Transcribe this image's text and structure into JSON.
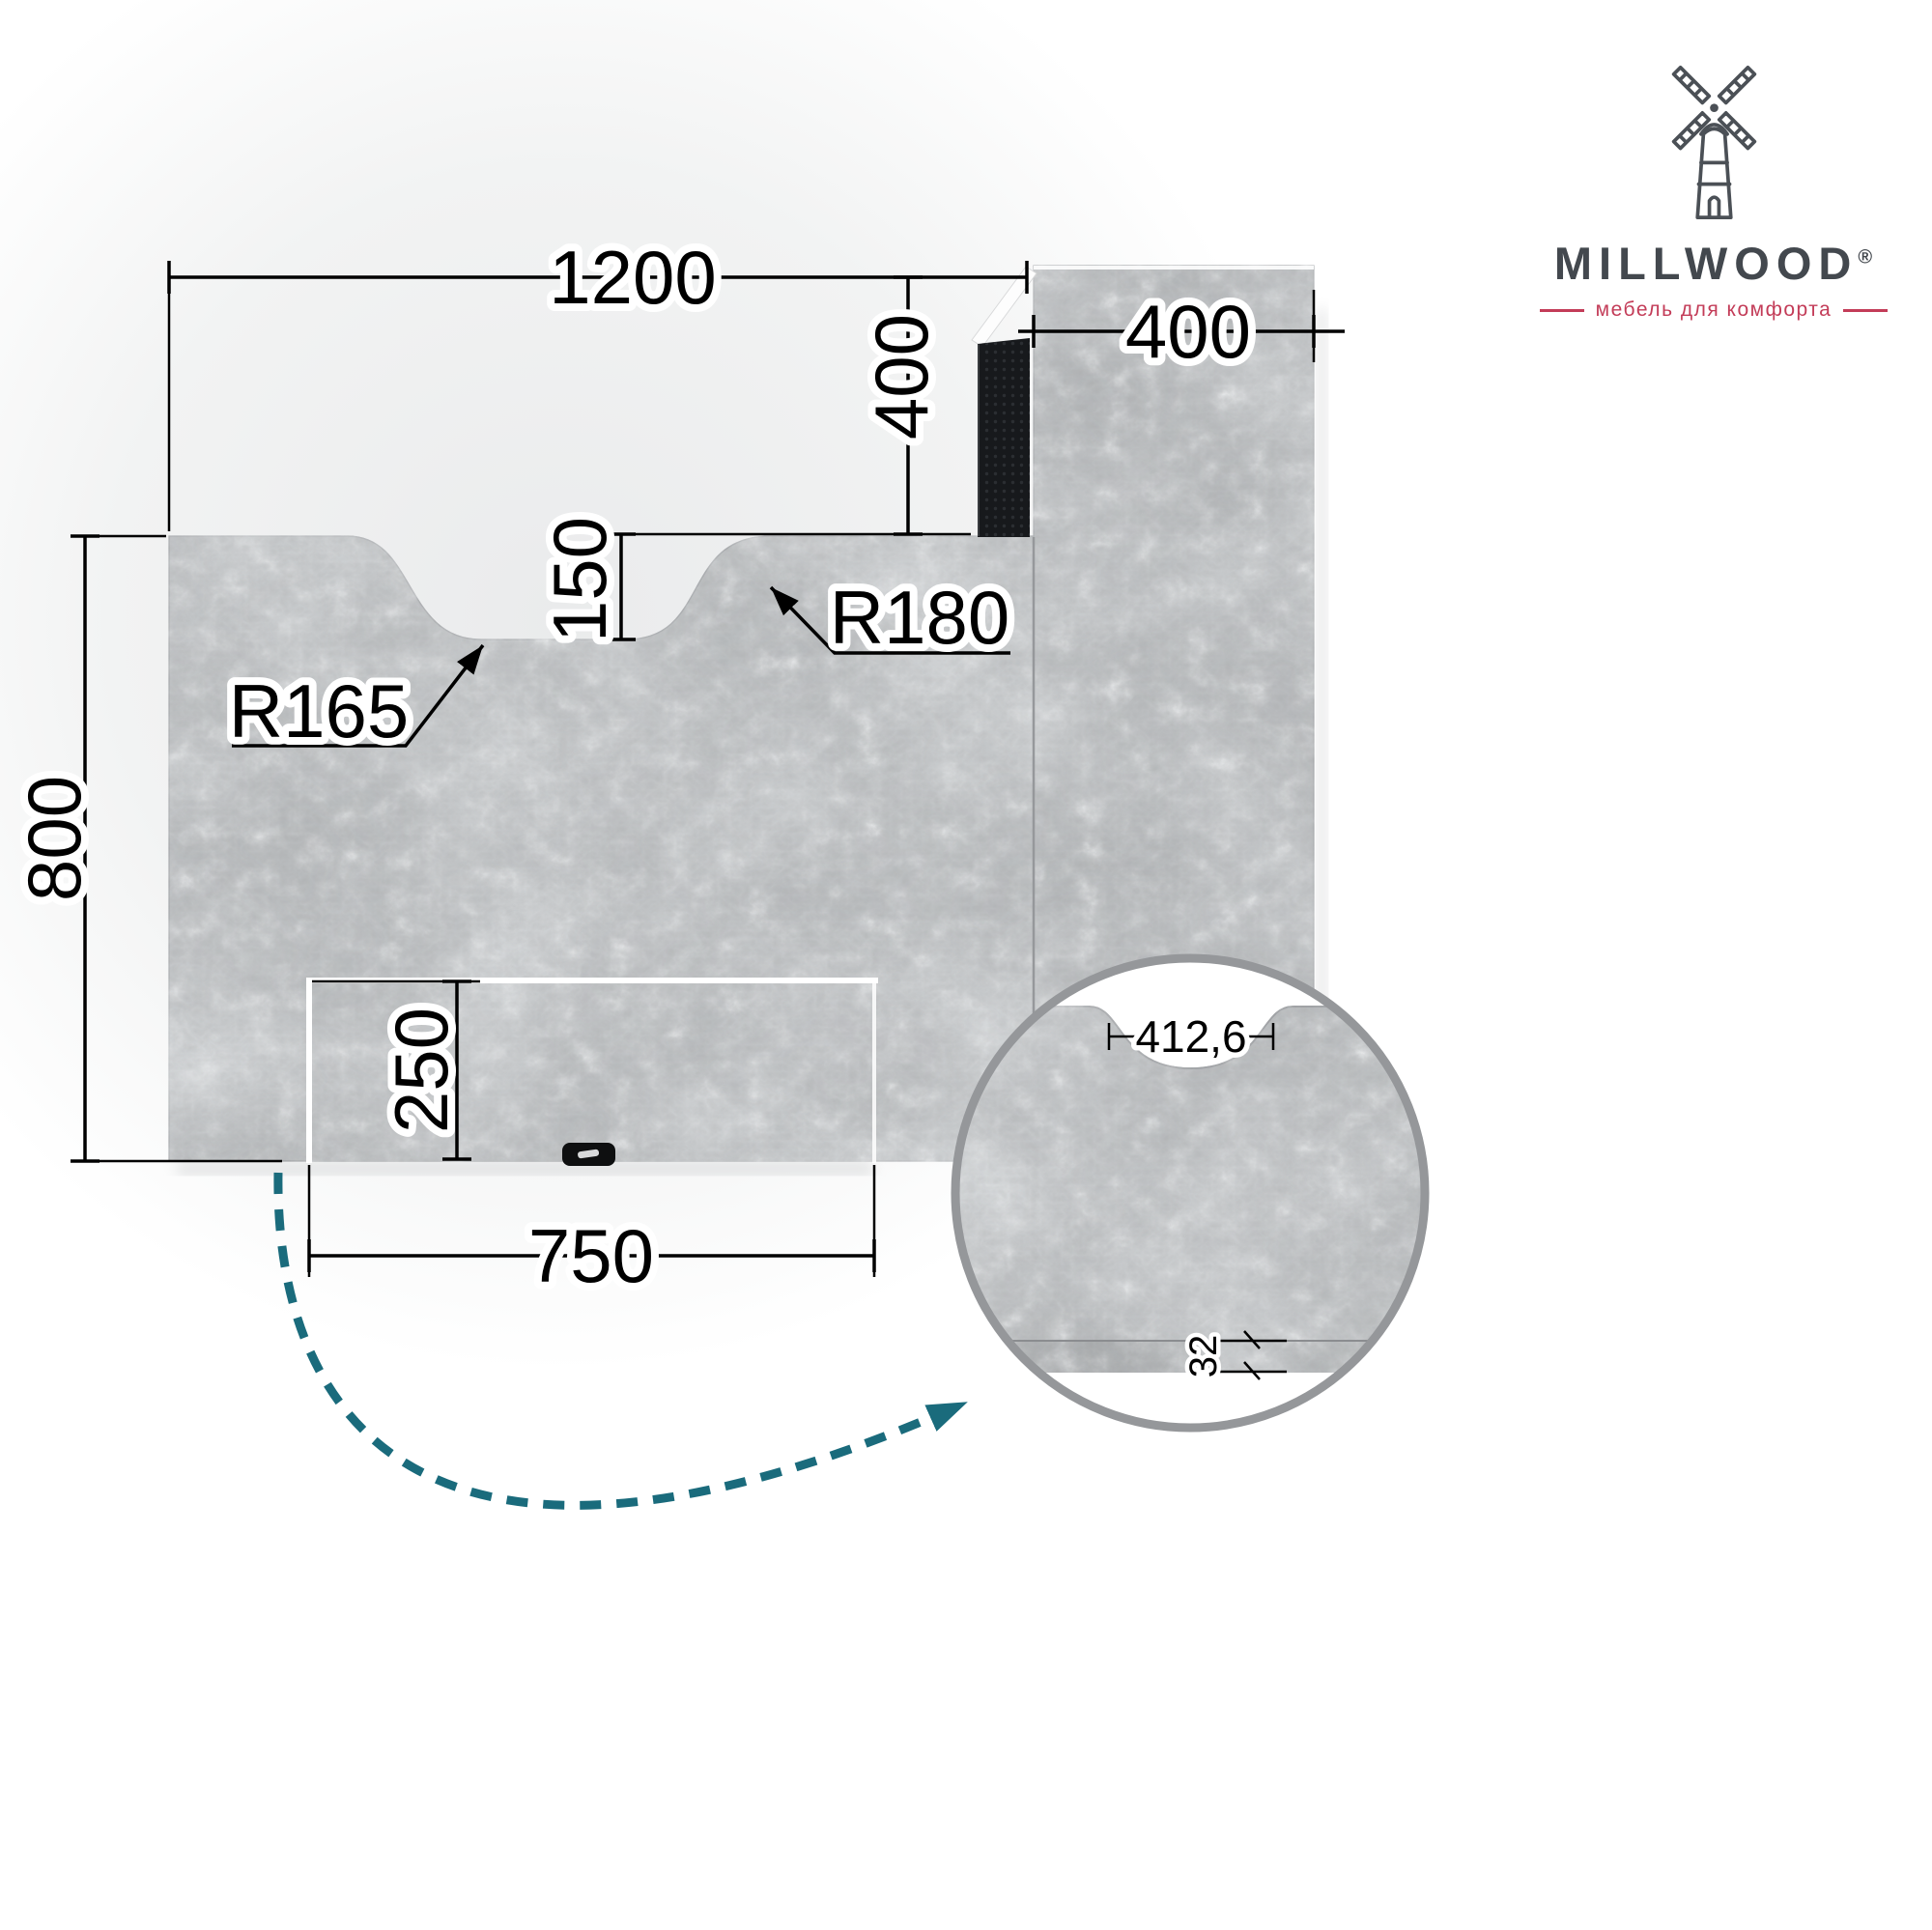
{
  "logo": {
    "wordmark": "MILLWOOD",
    "registered": "®",
    "tagline": "мебель для комфорта"
  },
  "dimensions": {
    "desk_width": "1200",
    "panel_width": "400",
    "panel_offset": "400",
    "notch_depth": "150",
    "radius_left": "R165",
    "radius_right": "R180",
    "desk_depth": "800",
    "front_panel_height": "250",
    "front_panel_width": "750"
  },
  "detail_view": {
    "notch_width": "412,6",
    "top_thickness": "32"
  },
  "colors": {
    "desk_surface": "#b5b7b9",
    "dimension_lines": "#000000",
    "callout_arrow": "#1a6b7c",
    "logo_text": "#43484e",
    "logo_accent": "#c33c58",
    "detail_ring": "#95979a"
  }
}
